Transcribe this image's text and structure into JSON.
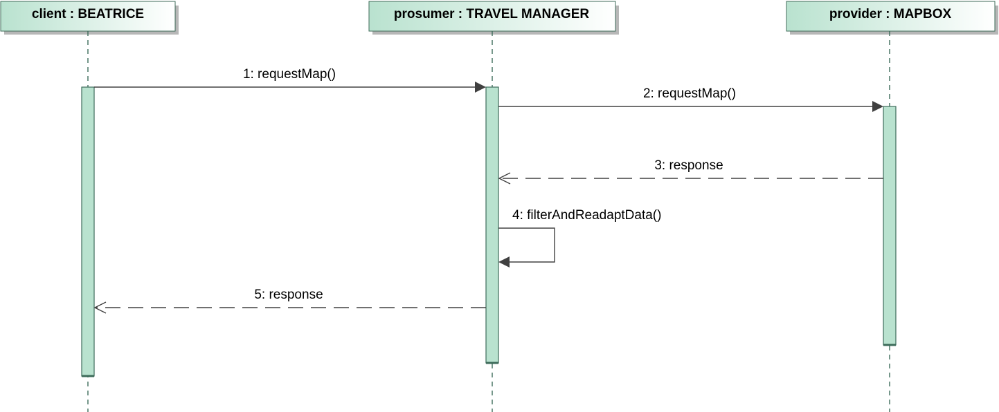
{
  "diagram": {
    "type": "sequence",
    "lifelines": [
      {
        "id": "client",
        "label": "client : BEATRICE"
      },
      {
        "id": "prosumer",
        "label": "prosumer : TRAVEL MANAGER"
      },
      {
        "id": "provider",
        "label": "provider : MAPBOX"
      }
    ],
    "messages": [
      {
        "label": "1: requestMap()",
        "from": "client",
        "to": "prosumer",
        "kind": "call"
      },
      {
        "label": "2: requestMap()",
        "from": "prosumer",
        "to": "provider",
        "kind": "call"
      },
      {
        "label": "3: response",
        "from": "provider",
        "to": "prosumer",
        "kind": "return"
      },
      {
        "label": "4: filterAndReadaptData()",
        "from": "prosumer",
        "to": "prosumer",
        "kind": "self"
      },
      {
        "label": "5: response",
        "from": "prosumer",
        "to": "client",
        "kind": "return"
      }
    ],
    "colors": {
      "header_fill_top": "#b9e2cf",
      "header_fill_bottom": "#ffffff",
      "activation_fill": "#b9e2cf",
      "line_color": "#3d6b5a",
      "message_color": "#404040"
    }
  }
}
